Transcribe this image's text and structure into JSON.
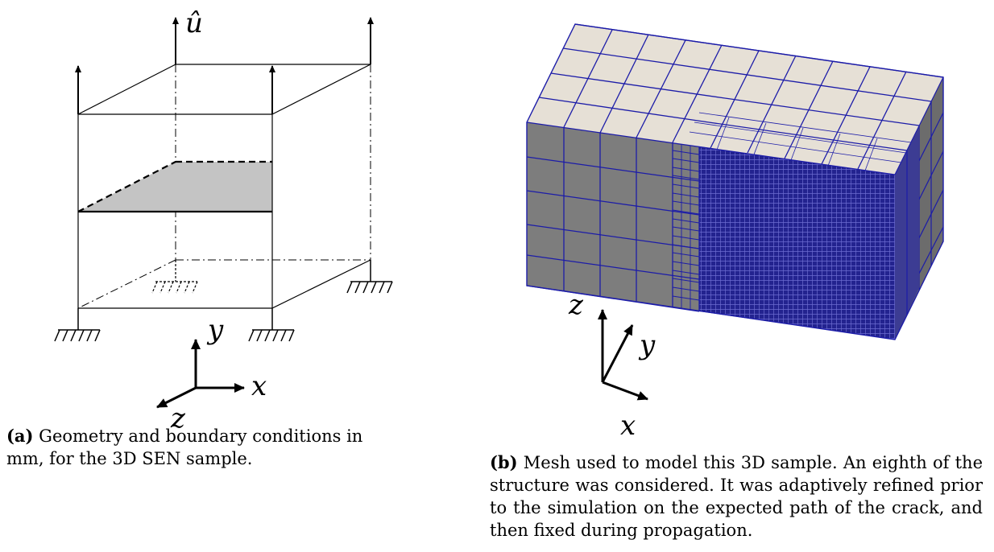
{
  "panel_a": {
    "load_label": "û",
    "axes": {
      "y": "y",
      "x": "x",
      "z": "z"
    },
    "caption_tag": "(a)",
    "caption_text": "Geometry and boundary conditions in mm, for the 3D SEN sample."
  },
  "panel_b": {
    "axes": {
      "z": "z",
      "y": "y",
      "x": "x"
    },
    "caption_tag": "(b)",
    "caption_text": "Mesh used to model this 3D sample. An eighth of the structure was considered. It was adaptively refined prior to the simulation on the expected path of the crack, and then fixed during propagation.",
    "colors": {
      "top_face": "#e6e0d6",
      "front_face": "#7d7d7d",
      "side_face": "#6c6c6c",
      "mesh_lines": "#1c1ca8",
      "fine_mesh": "#2b2b9a"
    }
  }
}
